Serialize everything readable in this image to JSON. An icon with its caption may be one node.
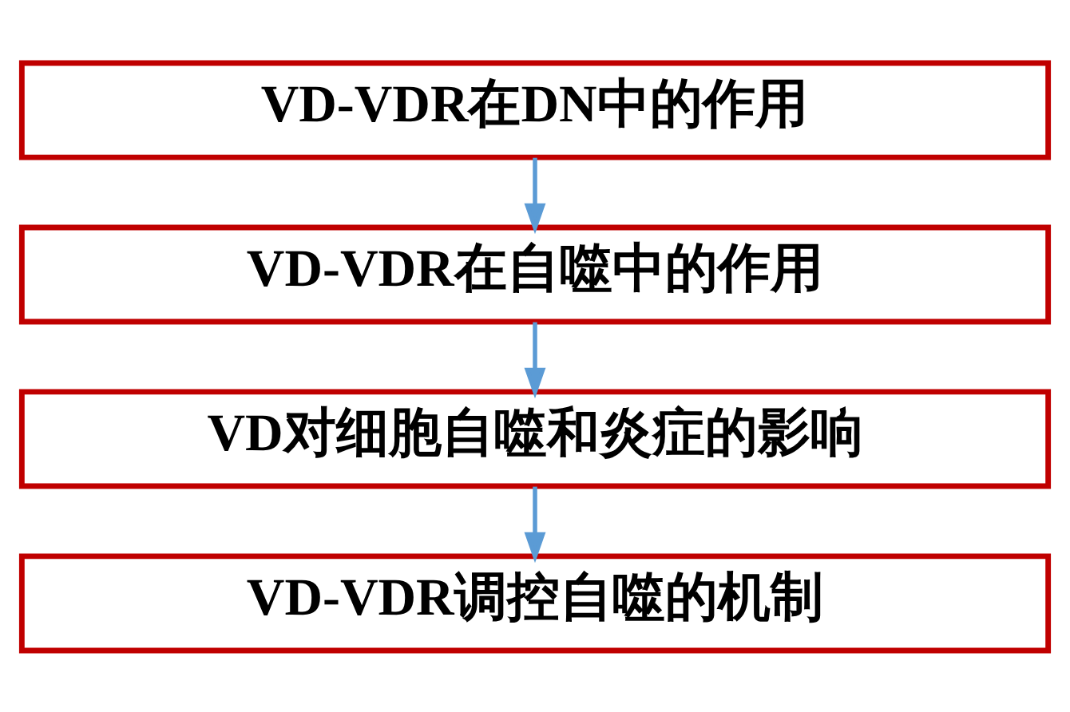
{
  "diagram": {
    "nodes": [
      {
        "text": [
          "VD-VDR在DN中的作用"
        ]
      },
      {
        "text": [
          "VD-VDR在自噬中的作用"
        ]
      },
      {
        "text": [
          "VD对细胞自噬和炎症的影响"
        ]
      },
      {
        "text": [
          "VD-VDR调控自噬的机制"
        ]
      }
    ],
    "edges": [
      {
        "from": 0,
        "to": 1,
        "arrow": "to"
      },
      {
        "from": 1,
        "to": 2,
        "arrow": "to"
      },
      {
        "from": 2,
        "to": 3,
        "arrow": "to"
      }
    ]
  }
}
